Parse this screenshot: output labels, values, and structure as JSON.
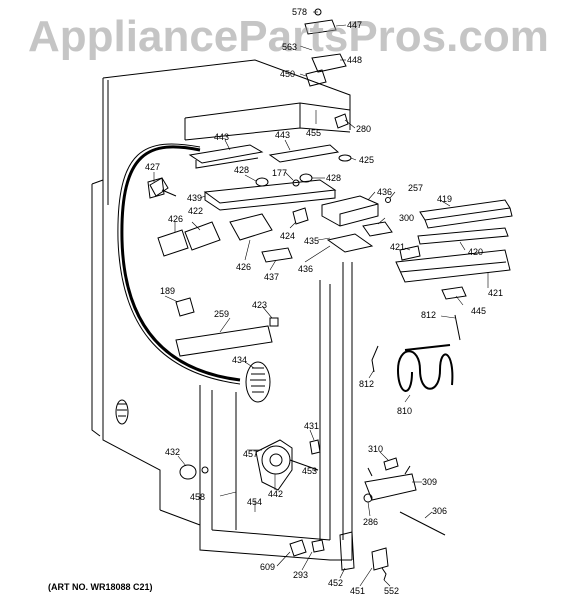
{
  "watermark": "AppliancePartsPros.com",
  "art_number": "(ART NO. WR18088 C21)",
  "callouts": [
    {
      "id": "c578",
      "label": "578"
    },
    {
      "id": "c447",
      "label": "447"
    },
    {
      "id": "c563",
      "label": "563"
    },
    {
      "id": "c448",
      "label": "448"
    },
    {
      "id": "c450",
      "label": "450"
    },
    {
      "id": "c280",
      "label": "280"
    },
    {
      "id": "c443a",
      "label": "443"
    },
    {
      "id": "c443b",
      "label": "443"
    },
    {
      "id": "c455",
      "label": "455"
    },
    {
      "id": "c425",
      "label": "425"
    },
    {
      "id": "c427",
      "label": "427"
    },
    {
      "id": "c428a",
      "label": "428"
    },
    {
      "id": "c177",
      "label": "177"
    },
    {
      "id": "c428b",
      "label": "428"
    },
    {
      "id": "c436a",
      "label": "436"
    },
    {
      "id": "c257",
      "label": "257"
    },
    {
      "id": "c419",
      "label": "419"
    },
    {
      "id": "c439",
      "label": "439"
    },
    {
      "id": "c426a",
      "label": "426"
    },
    {
      "id": "c422",
      "label": "422"
    },
    {
      "id": "c424",
      "label": "424"
    },
    {
      "id": "c435",
      "label": "435"
    },
    {
      "id": "c300",
      "label": "300"
    },
    {
      "id": "c421a",
      "label": "421"
    },
    {
      "id": "c420",
      "label": "420"
    },
    {
      "id": "c426b",
      "label": "426"
    },
    {
      "id": "c437",
      "label": "437"
    },
    {
      "id": "c436b",
      "label": "436"
    },
    {
      "id": "c421b",
      "label": "421"
    },
    {
      "id": "c189",
      "label": "189"
    },
    {
      "id": "c423",
      "label": "423"
    },
    {
      "id": "c259",
      "label": "259"
    },
    {
      "id": "c445",
      "label": "445"
    },
    {
      "id": "c812a",
      "label": "812"
    },
    {
      "id": "c434",
      "label": "434"
    },
    {
      "id": "c812b",
      "label": "812"
    },
    {
      "id": "c810",
      "label": "810"
    },
    {
      "id": "c431",
      "label": "431"
    },
    {
      "id": "c432",
      "label": "432"
    },
    {
      "id": "c457",
      "label": "457"
    },
    {
      "id": "c310",
      "label": "310"
    },
    {
      "id": "c453",
      "label": "453"
    },
    {
      "id": "c442",
      "label": "442"
    },
    {
      "id": "c309",
      "label": "309"
    },
    {
      "id": "c458",
      "label": "458"
    },
    {
      "id": "c454",
      "label": "454"
    },
    {
      "id": "c286",
      "label": "286"
    },
    {
      "id": "c306",
      "label": "306"
    },
    {
      "id": "c609",
      "label": "609"
    },
    {
      "id": "c293",
      "label": "293"
    },
    {
      "id": "c452",
      "label": "452"
    },
    {
      "id": "c451",
      "label": "451"
    },
    {
      "id": "c552",
      "label": "552"
    }
  ]
}
